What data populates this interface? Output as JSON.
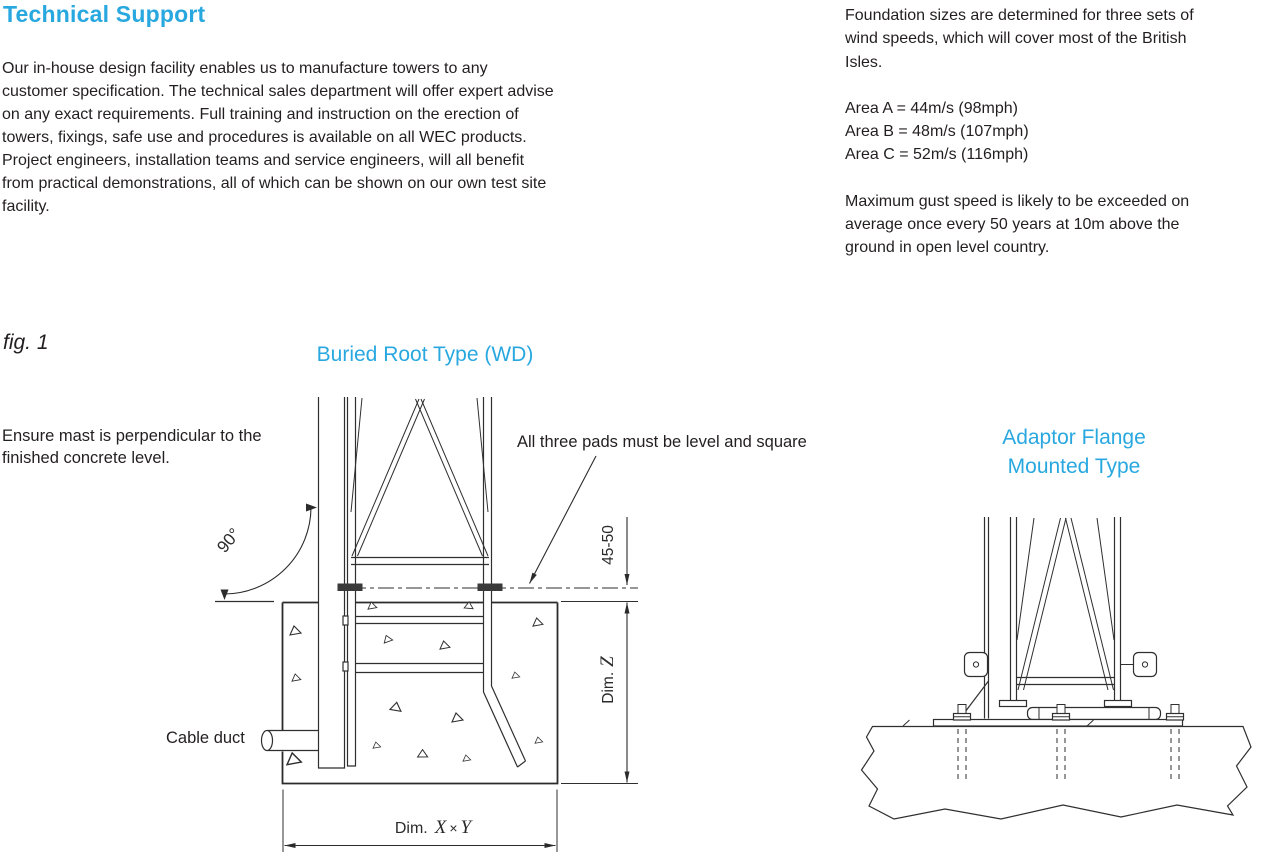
{
  "page": {
    "accent_color": "#29a8e0",
    "text_color": "#231f20",
    "line_color": "#2f2f2f"
  },
  "header": {
    "title": "Technical Support",
    "intro": "Our in-house design facility enables us to manufacture towers to any customer specification. The technical sales department will offer expert advise on any exact requirements. Full training and instruction on the erection of towers, fixings, safe use and procedures is available on all WEC products. Project engineers, installation teams and service engineers, will all benefit from practical demonstrations, all of which can be shown on our own test site facility."
  },
  "wind": {
    "intro": "Foundation sizes are determined for three sets of wind speeds, which will cover most of the British Isles.",
    "areas": [
      "Area A = 44m/s (98mph)",
      "Area B = 48m/s (107mph)",
      "Area C = 52m/s (116mph)"
    ],
    "note": "Maximum gust speed is likely to be exceeded on average once every 50 years at 10m above the ground in open level country."
  },
  "figure": {
    "label": "fig. 1",
    "buried_root": {
      "title": "Buried Root Type (WD)",
      "note_perpendicular": "Ensure mast is perpendicular to the finished concrete level.",
      "note_pads": "All three pads must be level and square",
      "label_cable_duct": "Cable duct",
      "dim_angle": "90°",
      "dim_pad_height": "45-50",
      "dim_depth": {
        "prefix": "Dim.",
        "value": "Z"
      },
      "dim_plan": {
        "prefix": "Dim.",
        "x": "X",
        "times": "×",
        "y": "Y"
      }
    },
    "adaptor_flange": {
      "title_line1": "Adaptor Flange",
      "title_line2": "Mounted Type"
    }
  }
}
